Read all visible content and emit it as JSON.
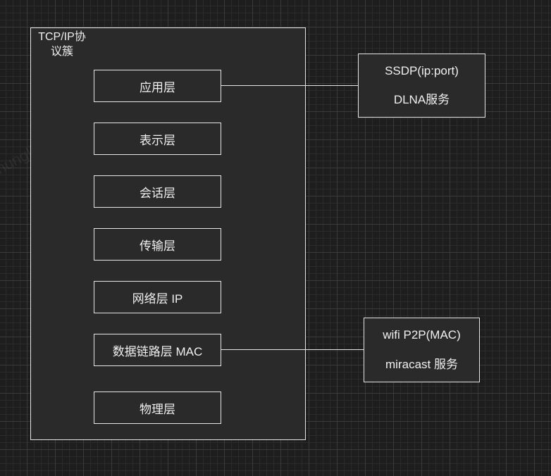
{
  "stack": {
    "title_line1": "TCP/IP协",
    "title_line2": "议簇",
    "layers": [
      "应用层",
      "表示层",
      "会话层",
      "传输层",
      "网络层 IP",
      "数据链路层 MAC",
      "物理层"
    ]
  },
  "services": {
    "dlna": {
      "line1": "SSDP(ip:port)",
      "line2": "DLNA服务"
    },
    "miracast": {
      "line1": "wifi P2P(MAC)",
      "line2": "miracast 服务"
    }
  },
  "watermark": "nunglin.zhao",
  "colors": {
    "background": "#1e1e1e",
    "box_fill": "#2a2a2a",
    "stroke": "#e6e6e6",
    "text": "#f0f0f0"
  }
}
